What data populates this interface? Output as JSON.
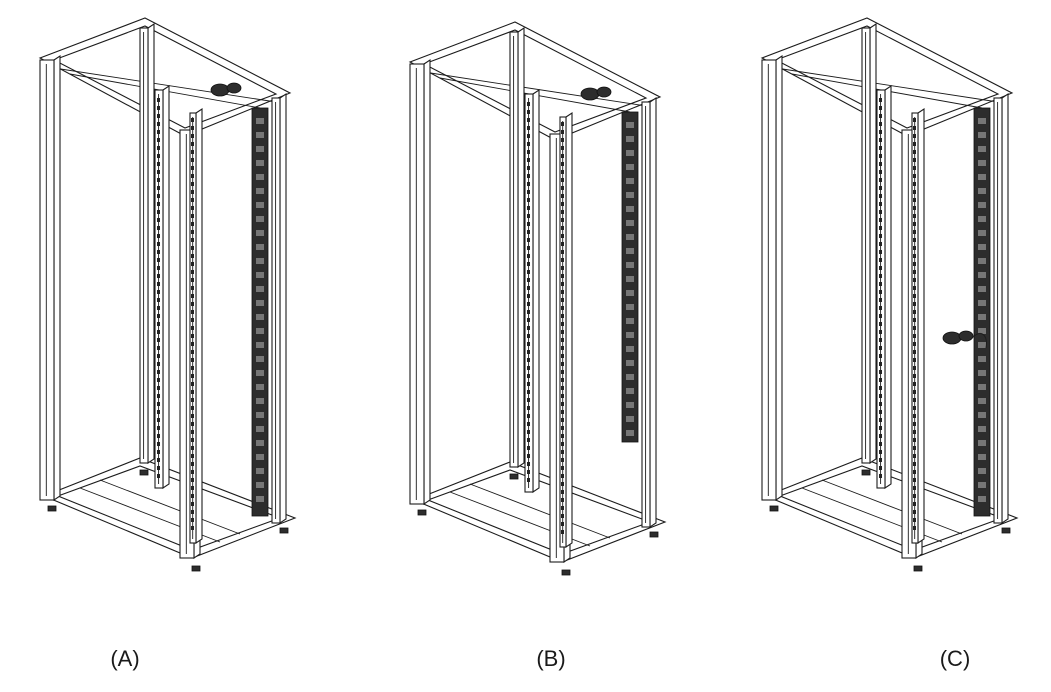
{
  "figures": [
    {
      "id": "A",
      "label": "(A)",
      "pdu": "rear-right-full"
    },
    {
      "id": "B",
      "label": "(B)",
      "pdu": "rear-right-partial"
    },
    {
      "id": "C",
      "label": "(C)",
      "pdu": "rear-right-with-plugs"
    }
  ],
  "colors": {
    "line": "#1c1c1c",
    "pdu": "#2d2d2d",
    "background": "#ffffff"
  }
}
